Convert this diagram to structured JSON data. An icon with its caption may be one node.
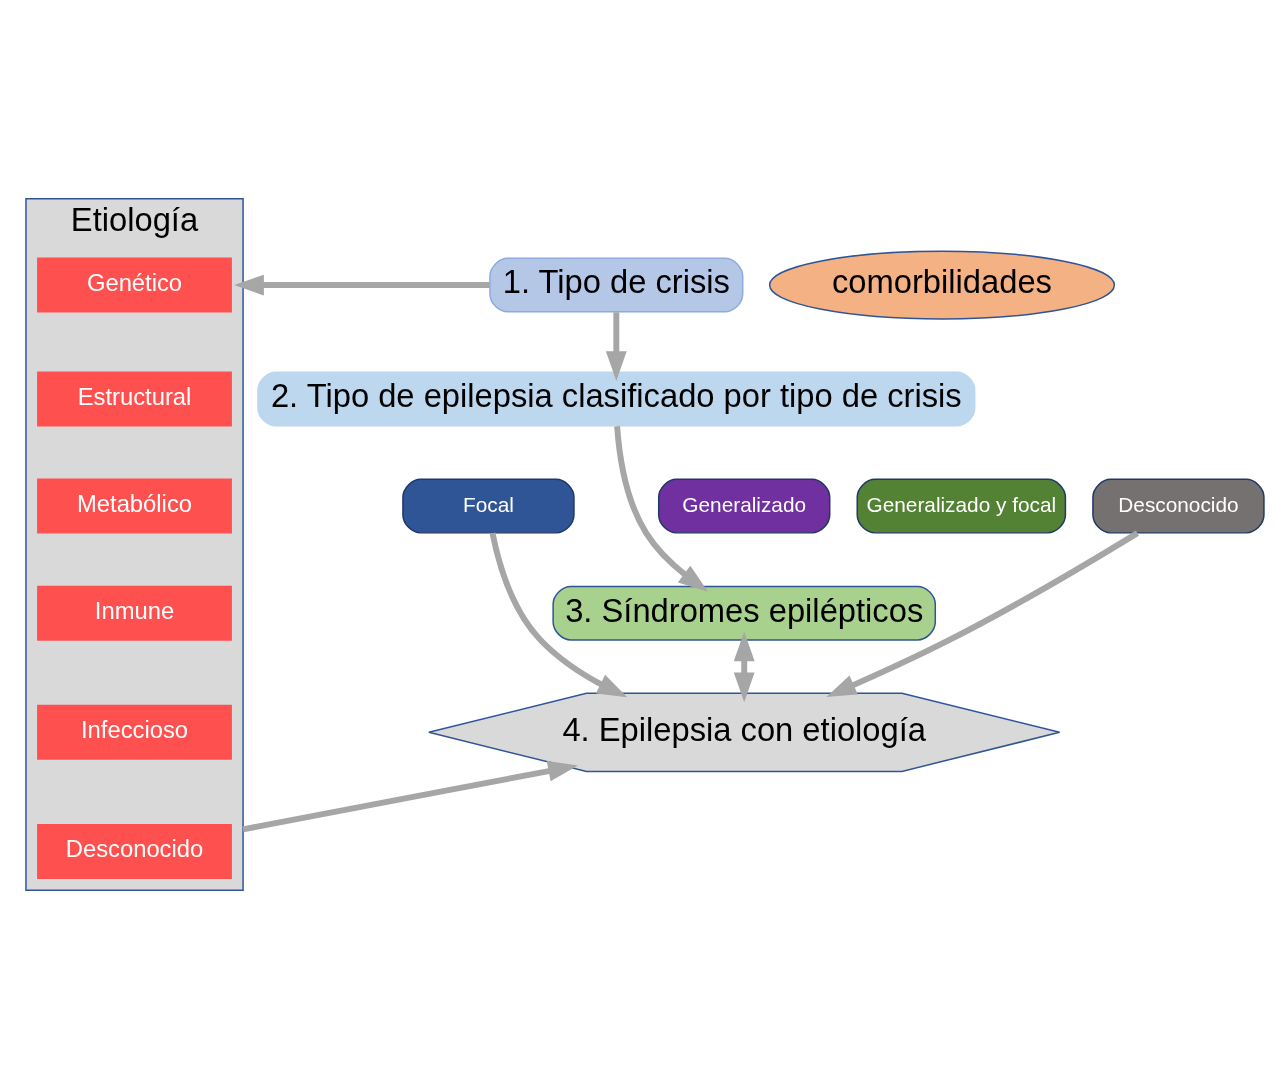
{
  "diagram": {
    "nodes": [
      {
        "text": [
          "1. Tipo de crisis"
        ]
      },
      {
        "text": [
          "2. Tipo de epilepsia clasificado por tipo de crisis"
        ]
      },
      {
        "text": [
          "Focal"
        ]
      },
      {
        "text": [
          "Generalizado"
        ]
      },
      {
        "text": [
          "Generalizado y focal"
        ]
      },
      {
        "text": [
          "Desconocido"
        ]
      },
      {
        "text": [
          "3. Síndromes epilépticos"
        ]
      },
      {
        "text": [
          "4. Epilepsia con etiología"
        ]
      },
      {
        "text": [
          "Etiología"
        ]
      },
      {
        "text": [
          "Genético"
        ],
        "in": 8
      },
      {
        "text": [
          "Estructural"
        ],
        "in": 8
      },
      {
        "text": [
          "Metabólico"
        ],
        "in": 8
      },
      {
        "text": [
          "Inmune"
        ],
        "in": 8
      },
      {
        "text": [
          "Infeccioso"
        ],
        "in": 8
      },
      {
        "text": [
          "Desconocido"
        ],
        "in": 8
      },
      {
        "text": [
          "comorbilidades"
        ]
      }
    ],
    "edges": [
      {
        "from": 0,
        "to": 8,
        "arrow": "to"
      },
      {
        "from": 0,
        "to": 1,
        "arrow": "to"
      },
      {
        "from": 1,
        "to": 6,
        "arrow": "to"
      },
      {
        "from": 6,
        "to": 7,
        "arrow": "both"
      },
      {
        "from": 2,
        "to": 7,
        "arrow": "to"
      },
      {
        "from": 5,
        "to": 7,
        "arrow": "to"
      },
      {
        "from": 8,
        "to": 7,
        "arrow": "to"
      }
    ]
  }
}
